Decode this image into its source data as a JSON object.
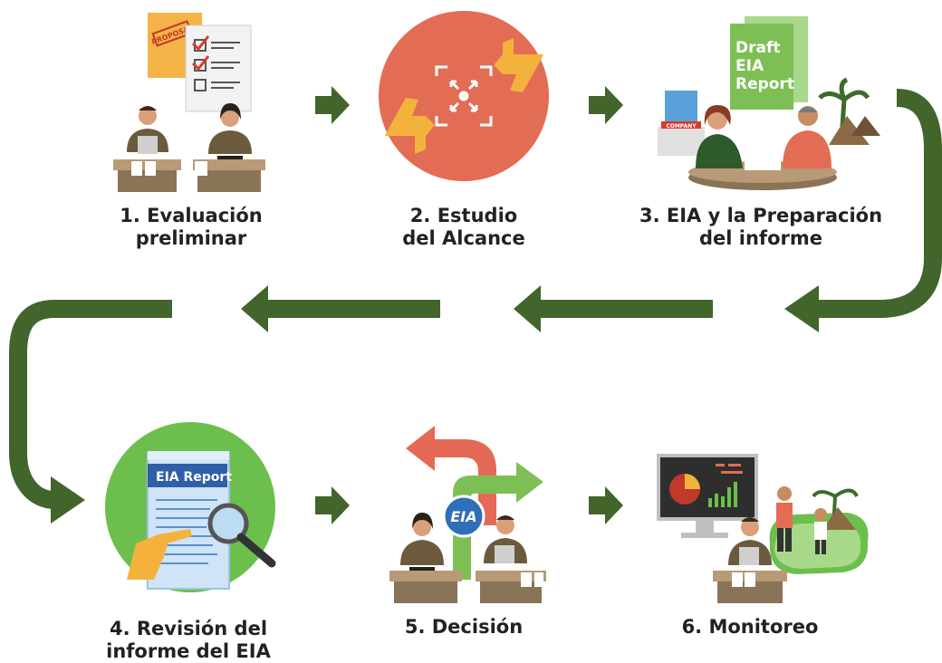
{
  "colors": {
    "arrow_green": "#41652a",
    "text": "#222222",
    "scoping_circle": "#e36c55",
    "review_circle": "#6dbf4d",
    "hand": "#f3b23c",
    "report_green": "#7ebf55",
    "red_arrow": "#e46a55"
  },
  "steps": [
    {
      "id": "step1",
      "line1": "1. Evaluación",
      "line2": "preliminar",
      "icon": "people-with-proposal-checklist"
    },
    {
      "id": "step2",
      "line1": "2. Estudio",
      "line2": "del Alcance",
      "icon": "hands-framing-focus"
    },
    {
      "id": "step3",
      "line1": "3. EIA y la Preparación",
      "line2": "del informe",
      "icon": "draft-report-meeting"
    },
    {
      "id": "step4",
      "line1": "4. Revisión del",
      "line2": "informe del EIA",
      "icon": "report-magnifier"
    },
    {
      "id": "step5",
      "line1": "5. Decisión",
      "line2": "",
      "icon": "eia-crossroads"
    },
    {
      "id": "step6",
      "line1": "6. Monitoreo",
      "line2": "",
      "icon": "monitor-dashboard"
    }
  ],
  "illustration_text": {
    "proposal_stamp": "PROPOSAL",
    "draft_line1": "Draft",
    "draft_line2": "EIA",
    "draft_line3": "Report",
    "company_sign": "COMPANY",
    "review_report_title": "EIA Report",
    "decision_badge": "EIA"
  }
}
